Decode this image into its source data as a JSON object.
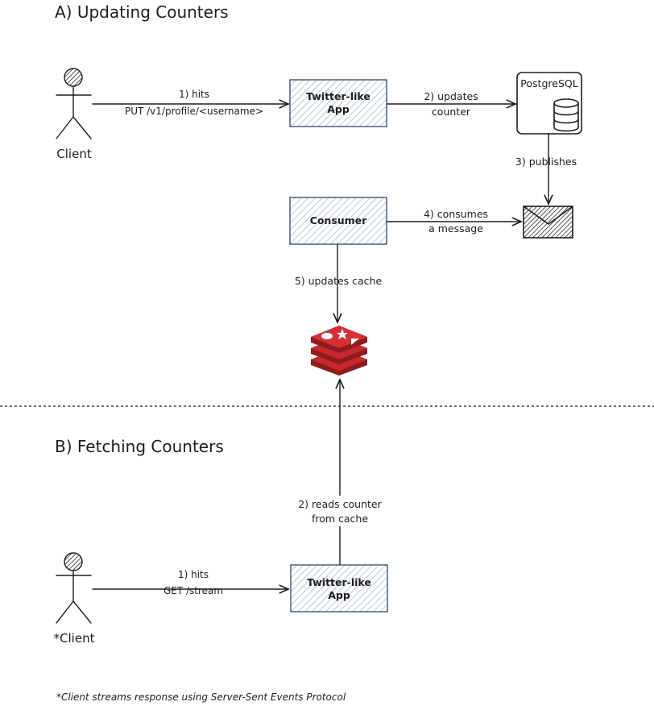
{
  "section_a": {
    "title": "A) Updating Counters"
  },
  "section_b": {
    "title": "B) Fetching Counters"
  },
  "actors": {
    "client_a": "Client",
    "client_b": "*Client"
  },
  "nodes": {
    "app_a": {
      "line1": "Twitter-like",
      "line2": "App"
    },
    "consumer": {
      "line1": "Consumer"
    },
    "postgres": {
      "label": "PostgreSQL"
    },
    "app_b": {
      "line1": "Twitter-like",
      "line2": "App"
    }
  },
  "edges": {
    "a1": {
      "line1": "1) hits",
      "line2": "PUT /v1/profile/<username>"
    },
    "a2": {
      "line1": "2) updates",
      "line2": "counter"
    },
    "a3": {
      "line1": "3) publishes"
    },
    "a4": {
      "line1": "4) consumes",
      "line2": "a message"
    },
    "a5": {
      "line1": "5) updates cache"
    },
    "b1": {
      "line1": "1) hits",
      "line2": "GET /stream"
    },
    "b2": {
      "line1": "2) reads counter",
      "line2": "from cache"
    }
  },
  "footnote": "*Client streams response using Server-Sent Events Protocol",
  "colors": {
    "ink": "#1e1e1e",
    "box_stroke": "#1e3a5f",
    "box_hatch": "#9fb4c8",
    "redis_red": "#c6282d",
    "redis_dark": "#8f1b1f"
  },
  "icons": [
    "stick-figure-icon",
    "database-icon",
    "envelope-icon",
    "redis-icon"
  ]
}
